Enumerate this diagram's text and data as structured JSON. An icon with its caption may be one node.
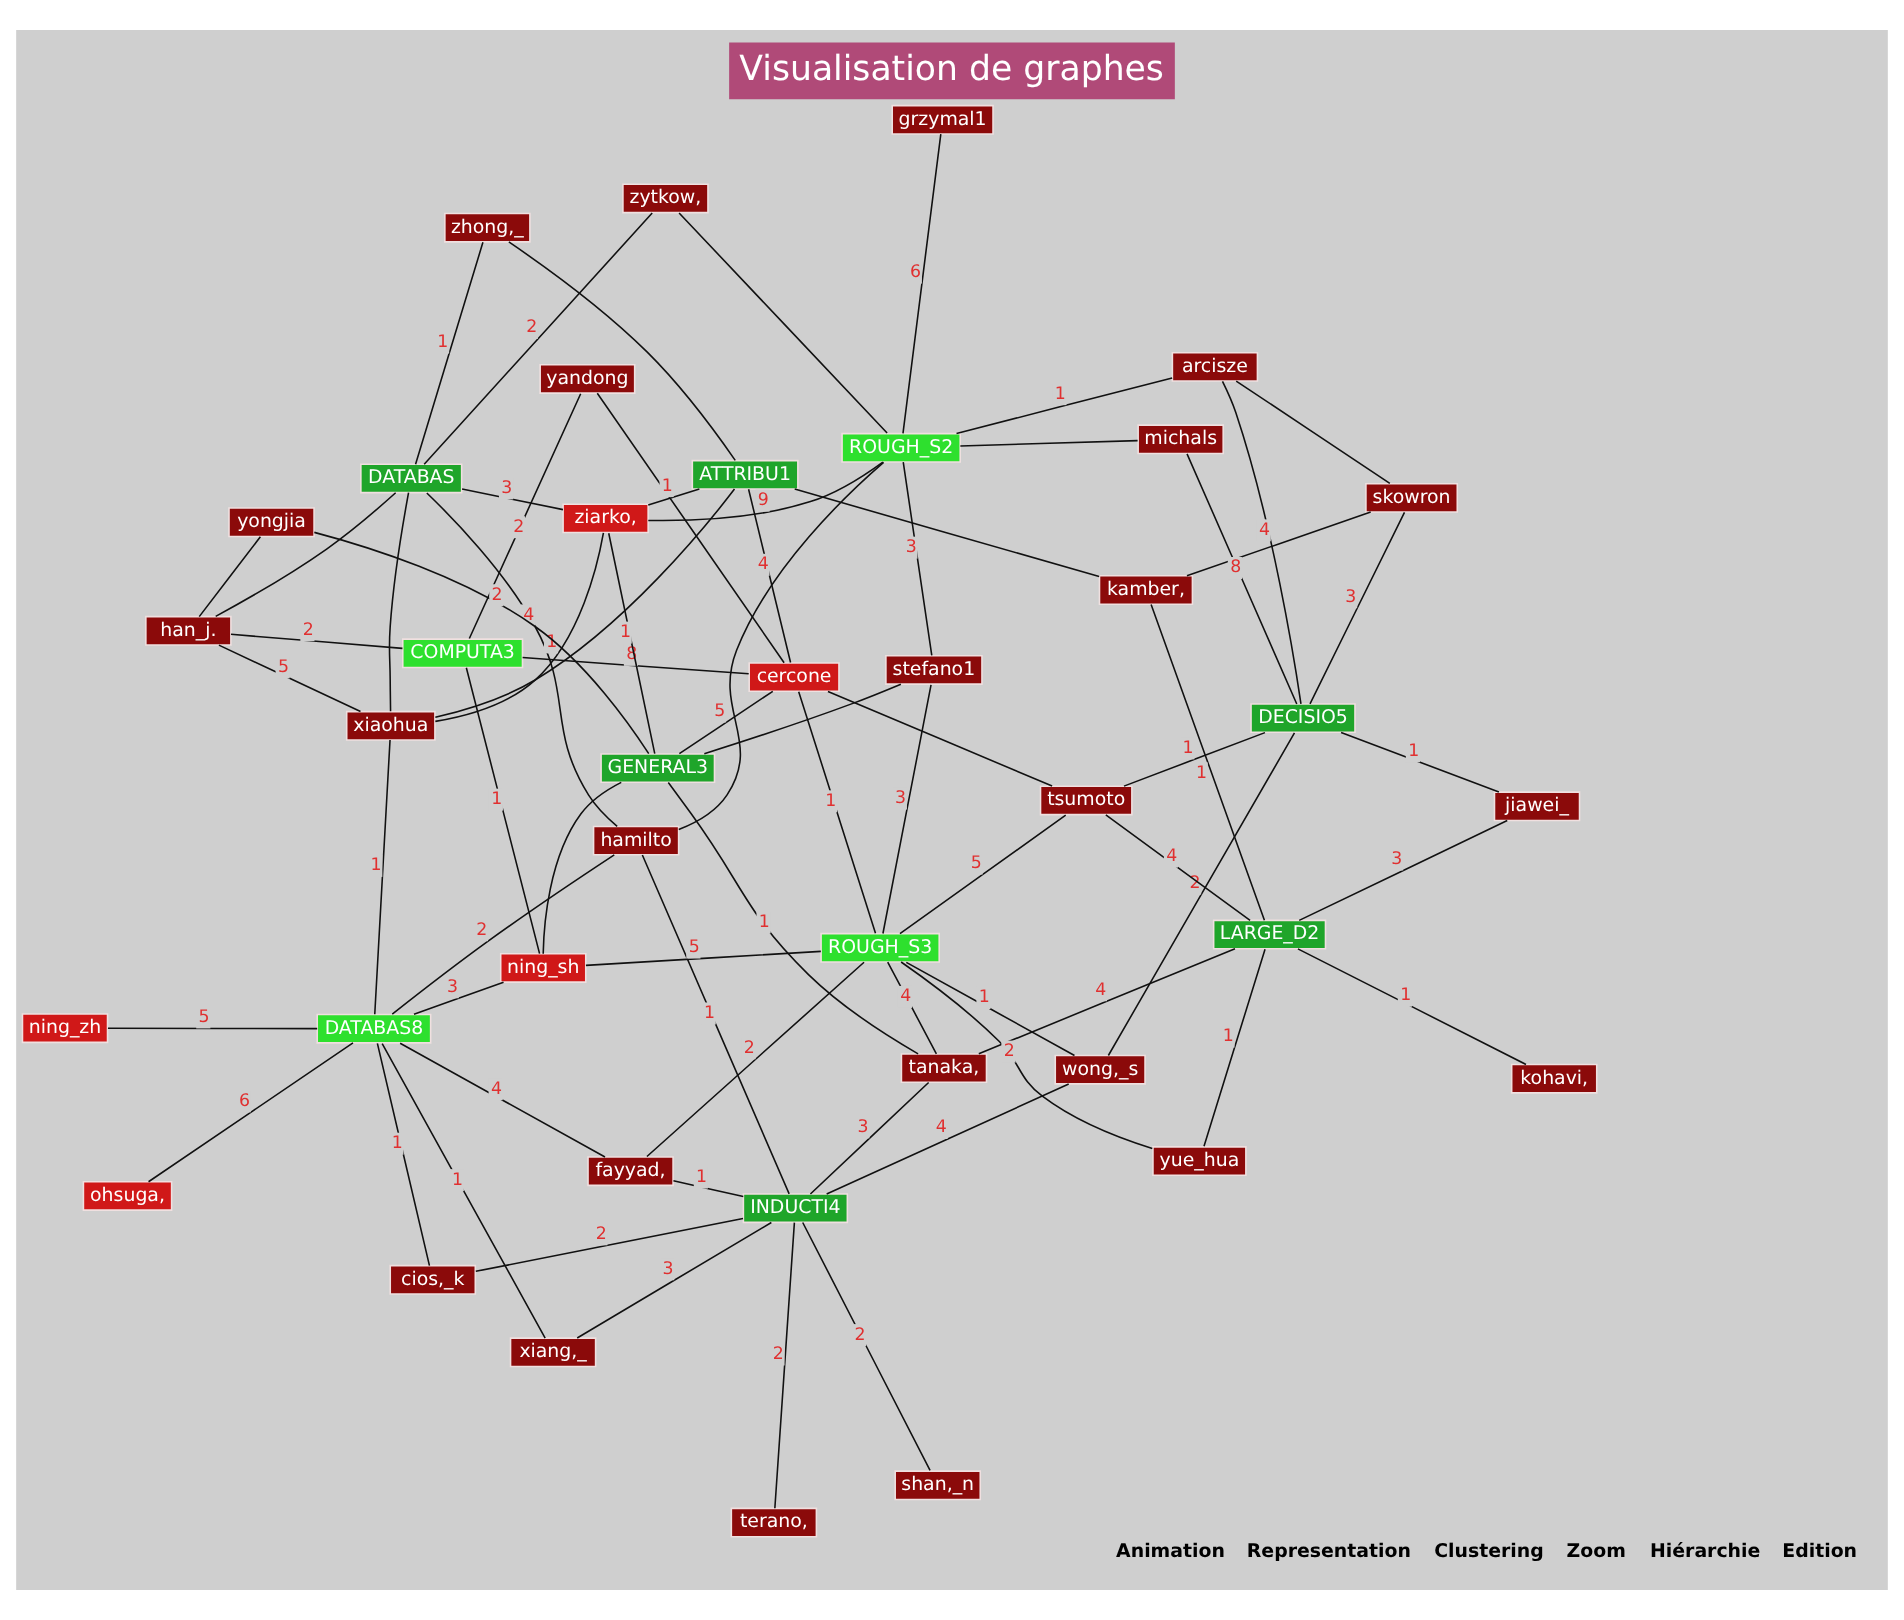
{
  "diagram": {
    "title": "Visualisation de graphes",
    "nodes": [
      {
        "text": [
          "wong,_s"
        ]
      },
      {
        "text": [
          "shan,_n"
        ]
      },
      {
        "text": [
          "hamilto"
        ]
      },
      {
        "text": [
          "cios,_k"
        ]
      },
      {
        "text": [
          "ohsuga,"
        ]
      },
      {
        "text": [
          "terano,"
        ]
      },
      {
        "text": [
          "INDUCTI4"
        ]
      },
      {
        "text": [
          "fayyad,"
        ]
      },
      {
        "text": [
          "ning_zh"
        ]
      },
      {
        "text": [
          "xiang,_"
        ]
      },
      {
        "text": [
          "xiaohua"
        ]
      },
      {
        "text": [
          "DATABAS8"
        ]
      },
      {
        "text": [
          "ning_sh"
        ]
      },
      {
        "text": [
          "tanaka,"
        ]
      },
      {
        "text": [
          "COMPUTA3"
        ]
      },
      {
        "text": [
          "ROUGH_S3"
        ]
      },
      {
        "text": [
          "yue_hua"
        ]
      },
      {
        "text": [
          "yandong"
        ]
      },
      {
        "text": [
          "cercone"
        ]
      },
      {
        "text": [
          "tsumoto"
        ]
      },
      {
        "text": [
          "LARGE_D2"
        ]
      },
      {
        "text": [
          "stefano1"
        ]
      },
      {
        "text": [
          "ATTRIBU1"
        ]
      },
      {
        "text": [
          "ziarko,"
        ]
      },
      {
        "text": [
          "GENERAL3"
        ]
      },
      {
        "text": [
          "jiawei_"
        ]
      },
      {
        "text": [
          "kohavi,"
        ]
      },
      {
        "text": [
          "yongjia"
        ]
      },
      {
        "text": [
          "han_j."
        ]
      },
      {
        "text": [
          "skowron"
        ]
      },
      {
        "text": [
          "kamber,"
        ]
      },
      {
        "text": [
          "DECISIO5"
        ]
      },
      {
        "text": [
          "DATABAS"
        ]
      },
      {
        "text": [
          "ROUGH_S2"
        ]
      },
      {
        "text": [
          "arcisze"
        ]
      },
      {
        "text": [
          "michals"
        ]
      },
      {
        "text": [
          "zhong,_"
        ]
      },
      {
        "text": [
          "grzymal1"
        ]
      },
      {
        "text": [
          "zytkow,"
        ]
      }
    ],
    "edges": [
      {
        "from": 1,
        "to": 6,
        "arrow": "none",
        "label": "2"
      },
      {
        "from": 5,
        "to": 6,
        "arrow": "none",
        "label": "2"
      },
      {
        "from": 9,
        "to": 6,
        "arrow": "none",
        "label": "3"
      },
      {
        "from": 0,
        "to": 6,
        "arrow": "none",
        "label": "4"
      },
      {
        "from": 3,
        "to": 6,
        "arrow": "none",
        "label": "2"
      },
      {
        "from": 2,
        "to": 6,
        "arrow": "none",
        "label": "1"
      },
      {
        "from": 3,
        "to": 11,
        "arrow": "none",
        "label": "1"
      },
      {
        "from": 7,
        "to": 6,
        "arrow": "none",
        "label": "1"
      },
      {
        "from": 9,
        "to": 11,
        "arrow": "none",
        "label": "1"
      },
      {
        "from": 7,
        "to": 11,
        "arrow": "none",
        "label": "4"
      },
      {
        "from": 2,
        "to": 11,
        "arrow": "none",
        "label": "2"
      },
      {
        "from": 4,
        "to": 11,
        "arrow": "none",
        "label": "6"
      },
      {
        "from": 8,
        "to": 11,
        "arrow": "none",
        "label": "5"
      },
      {
        "from": 10,
        "to": 11,
        "arrow": "none",
        "label": "1"
      },
      {
        "from": 12,
        "to": 11,
        "arrow": "none",
        "label": "3"
      },
      {
        "from": 7,
        "to": 15,
        "arrow": "none",
        "label": "2"
      },
      {
        "from": 13,
        "to": 6,
        "arrow": "none",
        "label": "3"
      },
      {
        "from": 10,
        "to": 28,
        "arrow": "none",
        "label": "5"
      },
      {
        "from": 14,
        "to": 17,
        "arrow": "none",
        "label": "2"
      },
      {
        "from": 14,
        "to": 28,
        "arrow": "none",
        "label": "2"
      },
      {
        "from": 18,
        "to": 17,
        "arrow": "none"
      },
      {
        "from": 18,
        "to": 24,
        "arrow": "none",
        "label": "5"
      },
      {
        "from": 24,
        "to": 27,
        "arrow": "none",
        "label": "2"
      },
      {
        "from": 28,
        "to": 27,
        "arrow": "none"
      },
      {
        "from": 28,
        "to": 32,
        "arrow": "none"
      },
      {
        "from": 32,
        "to": 36,
        "arrow": "none",
        "label": "1"
      },
      {
        "from": 32,
        "to": 38,
        "arrow": "none",
        "label": "2"
      },
      {
        "from": 33,
        "to": 38,
        "arrow": "none"
      },
      {
        "from": 33,
        "to": 37,
        "arrow": "none",
        "label": "6"
      },
      {
        "from": 33,
        "to": 34,
        "arrow": "none",
        "label": "1"
      },
      {
        "from": 31,
        "to": 34,
        "arrow": "none",
        "label": "4"
      },
      {
        "from": 31,
        "to": 35,
        "arrow": "none",
        "label": "8"
      },
      {
        "from": 29,
        "to": 31,
        "arrow": "none",
        "label": "3"
      },
      {
        "from": 29,
        "to": 34,
        "arrow": "none"
      },
      {
        "from": 29,
        "to": 30,
        "arrow": "none"
      },
      {
        "from": 20,
        "to": 30,
        "arrow": "none",
        "label": "1"
      },
      {
        "from": 20,
        "to": 25,
        "arrow": "none",
        "label": "3"
      },
      {
        "from": 16,
        "to": 20,
        "arrow": "none",
        "label": "1"
      },
      {
        "from": 13,
        "to": 20,
        "arrow": "none",
        "label": "4"
      },
      {
        "from": 19,
        "to": 20,
        "arrow": "none",
        "label": "4"
      },
      {
        "from": 20,
        "to": 26,
        "arrow": "none",
        "label": "1"
      },
      {
        "from": 25,
        "to": 31,
        "arrow": "none",
        "label": "1"
      },
      {
        "from": 16,
        "to": 15,
        "arrow": "none",
        "label": "2"
      },
      {
        "from": 13,
        "to": 15,
        "arrow": "none",
        "label": "4"
      },
      {
        "from": 19,
        "to": 15,
        "arrow": "none",
        "label": "5"
      },
      {
        "from": 12,
        "to": 15,
        "arrow": "none",
        "label": "5"
      },
      {
        "from": 18,
        "to": 15,
        "arrow": "none",
        "label": "1"
      },
      {
        "from": 21,
        "to": 15,
        "arrow": "none",
        "label": "3"
      },
      {
        "from": 23,
        "to": 22,
        "arrow": "none",
        "label": "1"
      },
      {
        "from": 18,
        "to": 22,
        "arrow": "none",
        "label": "4"
      },
      {
        "from": 23,
        "to": 24,
        "arrow": "none",
        "label": "1"
      },
      {
        "from": 18,
        "to": 14,
        "arrow": "none",
        "label": "8"
      },
      {
        "from": 12,
        "to": 14,
        "arrow": "none",
        "label": "1"
      },
      {
        "from": 23,
        "to": 32,
        "arrow": "none",
        "label": "3"
      },
      {
        "from": 23,
        "to": 33,
        "arrow": "none",
        "label": "9"
      },
      {
        "from": 21,
        "to": 33,
        "arrow": "none",
        "label": "3"
      },
      {
        "from": 19,
        "to": 31,
        "arrow": "none",
        "label": "1"
      },
      {
        "from": 35,
        "to": 33,
        "arrow": "none"
      },
      {
        "from": 0,
        "to": 31,
        "arrow": "none",
        "label": "2"
      },
      {
        "from": 0,
        "to": 15,
        "arrow": "none",
        "label": "1"
      },
      {
        "from": 2,
        "to": 33,
        "arrow": "none"
      },
      {
        "from": 30,
        "to": 22,
        "arrow": "none"
      },
      {
        "from": 36,
        "to": 22,
        "arrow": "none"
      },
      {
        "from": 10,
        "to": 22,
        "arrow": "none"
      },
      {
        "from": 10,
        "to": 23,
        "arrow": "none",
        "label": "1"
      },
      {
        "from": 10,
        "to": 32,
        "arrow": "none"
      },
      {
        "from": 13,
        "to": 24,
        "arrow": "none",
        "label": "1"
      },
      {
        "from": 12,
        "to": 24,
        "arrow": "none"
      },
      {
        "from": 2,
        "to": 32,
        "arrow": "none",
        "label": "4"
      },
      {
        "from": 19,
        "to": 18,
        "arrow": "none"
      },
      {
        "from": 21,
        "to": 24,
        "arrow": "none"
      }
    ],
    "labels": [
      "Animation",
      "Representation",
      "Clustering",
      "Zoom",
      "Hiérarchie",
      "Edition"
    ]
  }
}
